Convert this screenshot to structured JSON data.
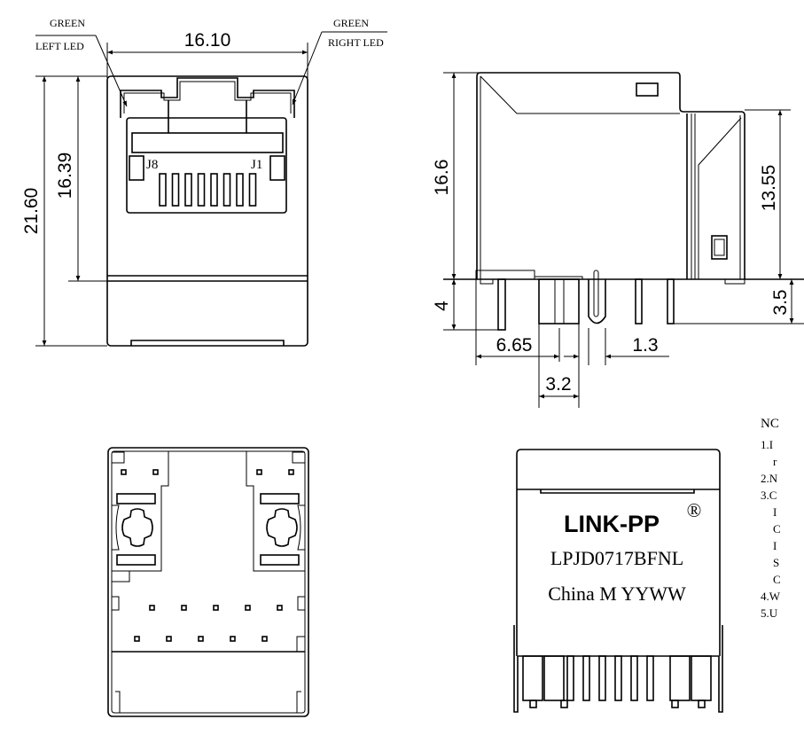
{
  "front_view": {
    "left_led_label": [
      "GREEN",
      "LEFT LED"
    ],
    "right_led_label": [
      "GREEN",
      "RIGHT LED"
    ],
    "width_dim": "16.10",
    "total_height_dim": "21.60",
    "body_height_dim": "16.39",
    "pin_label_left": "J8",
    "pin_label_right": "J1"
  },
  "side_view": {
    "height_dim": "16.6",
    "pin_length_left": "4",
    "rear_height_dim": "13.55",
    "pin_length_right": "3.5",
    "offset_dim": "6.65",
    "pitch_dim": "3.2",
    "slot_dim": "1.3"
  },
  "rear_view": {
    "brand": "LINK-PP",
    "registered": "®",
    "part_number": "LPJD0717BFNL",
    "origin_line": "China M YYWW"
  },
  "notes": {
    "title": "NC",
    "lines": [
      "1.I",
      "r",
      "2.N",
      "3.C",
      "I",
      "C",
      "I",
      "S",
      "C",
      "4.W",
      "5.U"
    ]
  }
}
